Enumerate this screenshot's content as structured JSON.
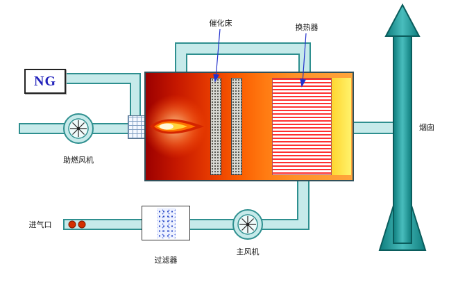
{
  "diagram": {
    "labels": {
      "ng": "NG",
      "aux_fan": "助燃风机",
      "catalyst_bed": "催化床",
      "heat_exchanger": "换热器",
      "chimney": "烟囱",
      "air_inlet": "进气口",
      "filter": "过滤器",
      "main_fan": "主风机"
    },
    "colors": {
      "pipe_fill": "#c6eaea",
      "pipe_stroke": "#2e8f8f",
      "chimney_fill": "#169f9f",
      "furnace_hot_left": "#9c0000",
      "furnace_hot_right": "#ffa53c",
      "heat_exchanger_stripe": "#ff2f2f",
      "yellow_zone": "#ffe94d",
      "annotation_blue": "#2230cc",
      "ng_text_blue": "#2222bb",
      "inlet_dot_red": "#d42e00"
    }
  }
}
